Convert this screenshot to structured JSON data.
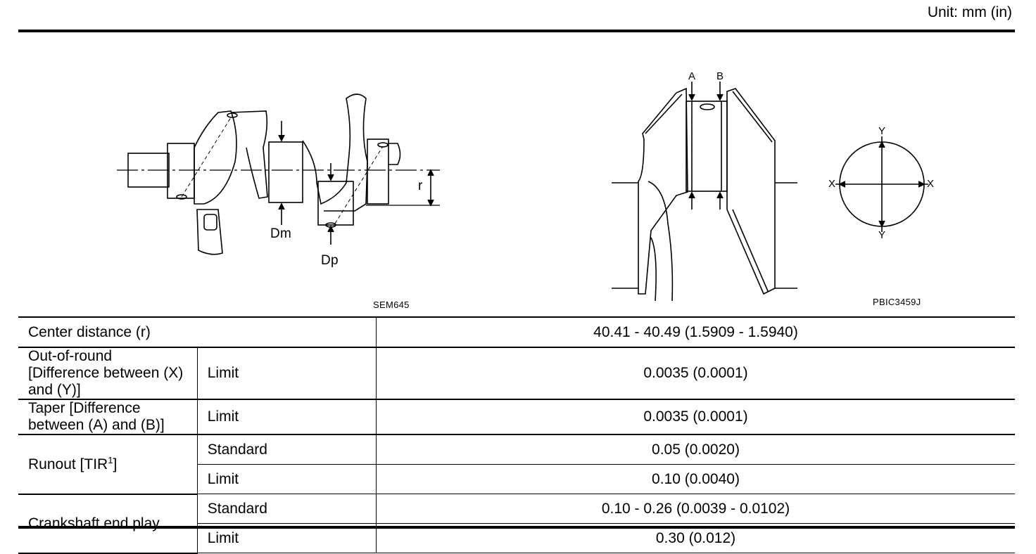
{
  "header": {
    "unit": "Unit: mm (in)"
  },
  "figures": {
    "left": {
      "caption": "SEM645",
      "labels": {
        "r": "r",
        "dm": "Dm",
        "dp": "Dp"
      }
    },
    "right": {
      "caption": "PBIC3459J",
      "labels": {
        "a": "A",
        "b": "B",
        "x": "X",
        "y": "Y"
      }
    }
  },
  "table": {
    "center_distance": {
      "label": "Center distance (r)",
      "value": "40.41 - 40.49 (1.5909 - 1.5940)"
    },
    "out_of_round": {
      "label": "Out-of-round [Difference between (X) and (Y)]",
      "kind": "Limit",
      "value": "0.0035 (0.0001)"
    },
    "taper": {
      "label": "Taper [Difference between (A) and (B)]",
      "kind": "Limit",
      "value": "0.0035 (0.0001)"
    },
    "runout": {
      "label": "Runout [TIR",
      "sup": "1",
      "label_end": "]",
      "standard_label": "Standard",
      "standard_value": "0.05 (0.0020)",
      "limit_label": "Limit",
      "limit_value": "0.10 (0.0040)"
    },
    "end_play": {
      "label": "Crankshaft end play",
      "standard_label": "Standard",
      "standard_value": "0.10 - 0.26 (0.0039 - 0.0102)",
      "limit_label": "Limit",
      "limit_value": "0.30 (0.012)"
    }
  }
}
